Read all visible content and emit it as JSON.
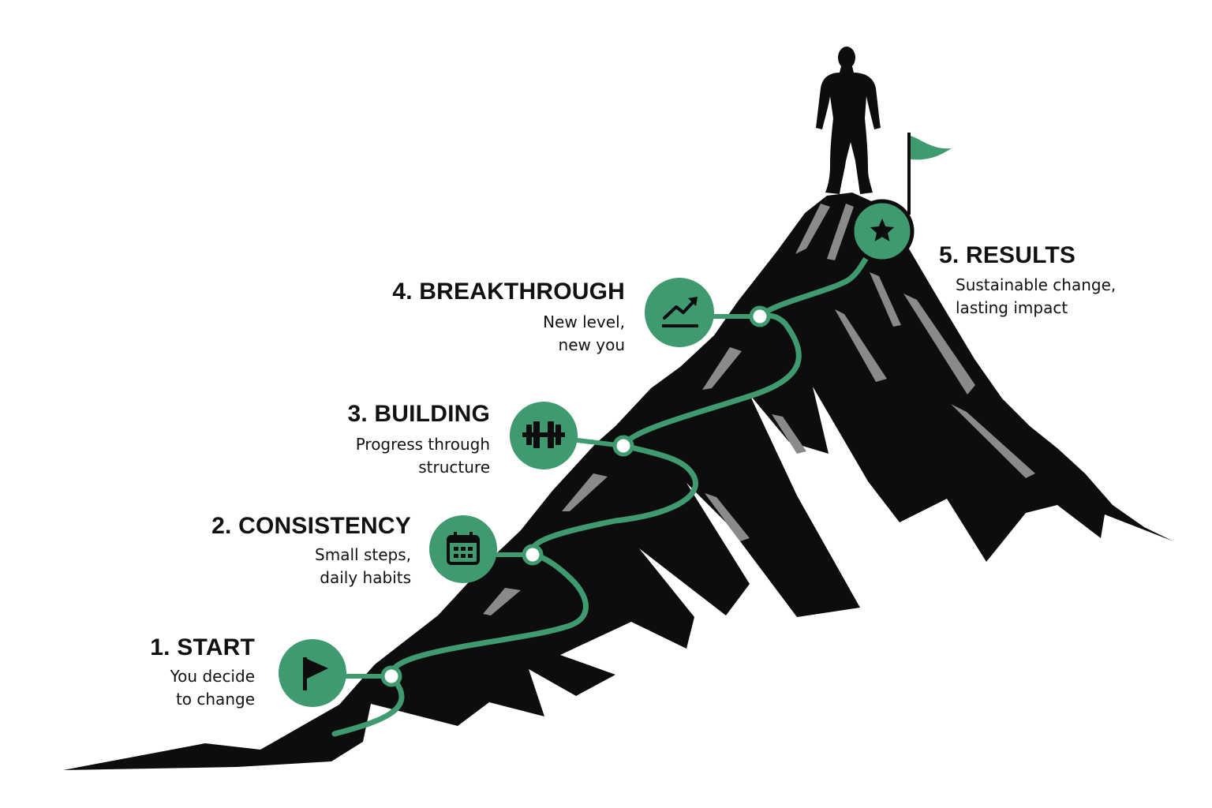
{
  "colors": {
    "accent": "#3f9a6f",
    "mountain": "#0d0d0d",
    "rock_highlight": "#8a8a8a",
    "text": "#111111",
    "background": "#ffffff"
  },
  "steps": [
    {
      "number": "1.",
      "title": "1. START",
      "desc_line1": "You decide",
      "desc_line2": "to change",
      "icon": "flag-icon"
    },
    {
      "number": "2.",
      "title": "2. CONSISTENCY",
      "desc_line1": "Small steps,",
      "desc_line2": "daily habits",
      "icon": "calendar-icon"
    },
    {
      "number": "3.",
      "title": "3. BUILDING",
      "desc_line1": "Progress through",
      "desc_line2": "structure",
      "icon": "dumbbell-icon"
    },
    {
      "number": "4.",
      "title": "4. BREAKTHROUGH",
      "desc_line1": "New level,",
      "desc_line2": "new you",
      "icon": "trending-up-icon"
    },
    {
      "number": "5.",
      "title": "5. RESULTS",
      "desc_line1": "Sustainable change,",
      "desc_line2": "lasting impact",
      "icon": "star-icon"
    }
  ],
  "summit": {
    "figure": "person-silhouette-icon",
    "flag": "summit-flag-icon"
  }
}
